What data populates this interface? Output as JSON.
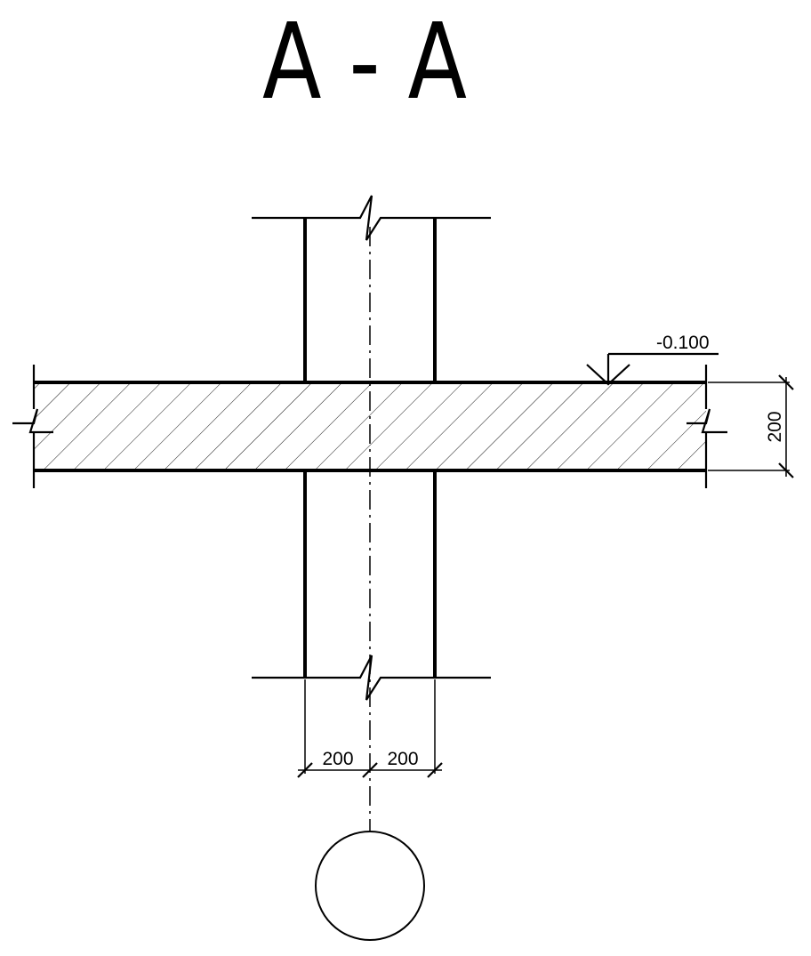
{
  "section": {
    "title": "A - A"
  },
  "slab": {
    "elevation_label": "-0.100",
    "thickness_label": "200"
  },
  "wall": {
    "left_half_label": "200",
    "right_half_label": "200"
  },
  "colors": {
    "line": "#000000",
    "background": "#ffffff"
  }
}
